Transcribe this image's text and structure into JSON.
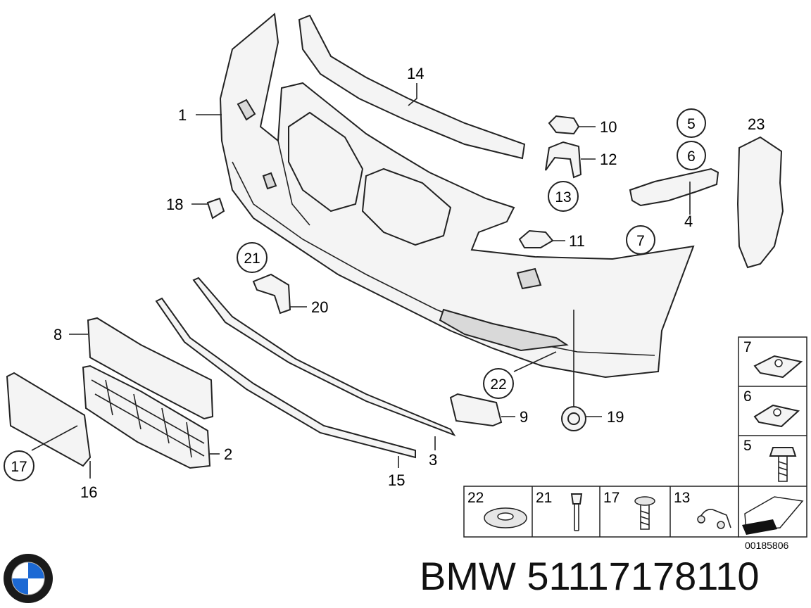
{
  "diagram": {
    "callouts": [
      {
        "id": "c1",
        "text": "1"
      },
      {
        "id": "c2",
        "text": "2"
      },
      {
        "id": "c3",
        "text": "3"
      },
      {
        "id": "c4",
        "text": "4"
      },
      {
        "id": "c5",
        "text": "5"
      },
      {
        "id": "c6",
        "text": "6"
      },
      {
        "id": "c7",
        "text": "7"
      },
      {
        "id": "c8",
        "text": "8"
      },
      {
        "id": "c9",
        "text": "9"
      },
      {
        "id": "c10",
        "text": "10"
      },
      {
        "id": "c11",
        "text": "11"
      },
      {
        "id": "c12",
        "text": "12"
      },
      {
        "id": "c13",
        "text": "13"
      },
      {
        "id": "c14",
        "text": "14"
      },
      {
        "id": "c15",
        "text": "15"
      },
      {
        "id": "c16",
        "text": "16"
      },
      {
        "id": "c17",
        "text": "17"
      },
      {
        "id": "c18",
        "text": "18"
      },
      {
        "id": "c19",
        "text": "19"
      },
      {
        "id": "c20",
        "text": "20"
      },
      {
        "id": "c21",
        "text": "21"
      },
      {
        "id": "c22",
        "text": "22"
      },
      {
        "id": "c23",
        "text": "23"
      }
    ],
    "legend_cells": {
      "right_column": [
        "7",
        "6",
        "5"
      ],
      "bottom_row": [
        "22",
        "21",
        "17",
        "13"
      ]
    },
    "reference_number": "00185806"
  },
  "footer": {
    "brand_text": "BMW 51117178110",
    "logo": "bmw-roundel-logo"
  }
}
